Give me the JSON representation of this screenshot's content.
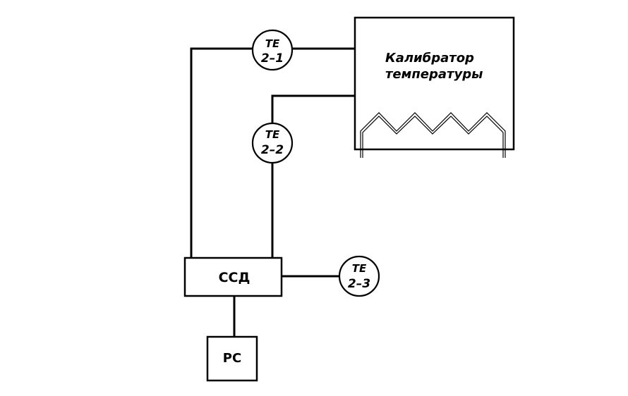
{
  "calibrator": {
    "line1": "Калибратор",
    "line2": "температуры"
  },
  "ssd": {
    "label": "ССД"
  },
  "pc": {
    "label": "PC"
  },
  "sensors": [
    {
      "line1": "TE",
      "line2": "2–1"
    },
    {
      "line1": "TE",
      "line2": "2–2"
    },
    {
      "line1": "TE",
      "line2": "2–3"
    }
  ]
}
